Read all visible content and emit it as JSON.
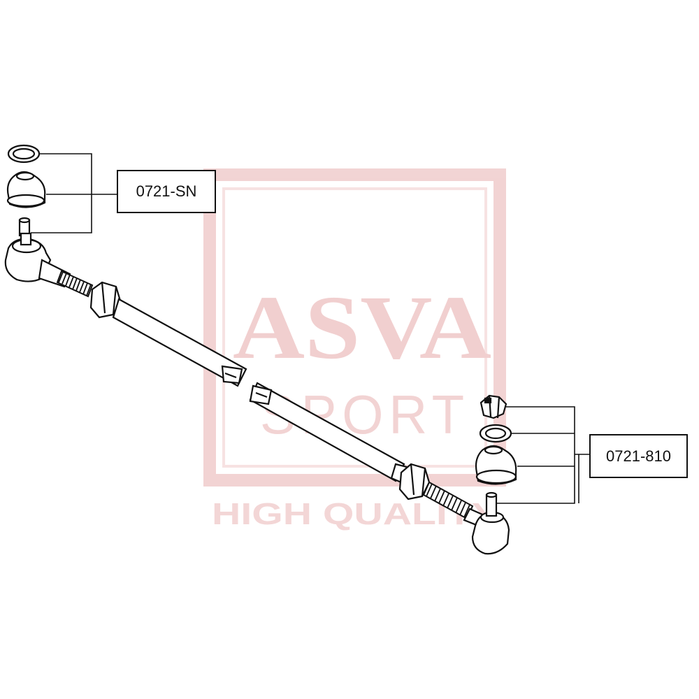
{
  "callouts": {
    "upper": {
      "part_number": "0721-SN"
    },
    "lower": {
      "part_number": "0721-810"
    }
  },
  "watermark": {
    "brand": "ASVA",
    "sub": "SPORT",
    "tagline": "HIGH QUALITY",
    "color": "#e8b4b4"
  },
  "colors": {
    "line": "#111111",
    "background": "#ffffff"
  }
}
